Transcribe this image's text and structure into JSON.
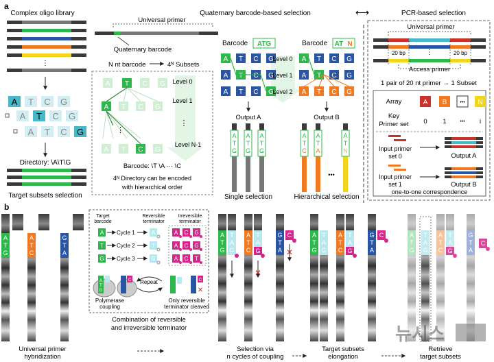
{
  "panel_a": {
    "label": "a",
    "left": {
      "title": "Complex oligo library",
      "seq": [
        "A",
        "T",
        "C",
        "G"
      ],
      "directory": "Directory: \\A\\T\\G",
      "caption": "Target subsets selection"
    },
    "middle": {
      "title": "Quaternary barcode-based selection",
      "universal_primer": "Universal primer",
      "quaternary_barcode": "Quaternary barcode",
      "nnt_barcode": "N nt barcode",
      "subsets": "4ᴺ Subsets",
      "tree_letters": [
        "A",
        "T",
        "C",
        "G"
      ],
      "levels": [
        "Level 0",
        "Level 1",
        "⋮",
        "Level N-1"
      ],
      "barcode_example": "Barcode: \\T \\A ··· \\C",
      "note_line1": "4ᴺ Directory can be encoded",
      "note_line2": "with hierarchical order",
      "barcode_label": "Barcode",
      "barcode_a": "ATG",
      "barcode_b": "ATN",
      "mlevels": [
        "Level 0",
        "Level 1",
        "Level 2"
      ],
      "output_a": "Output A",
      "output_b": "Output B",
      "single": "Single selection",
      "hier": "Hierarchical selection",
      "ellipsis": "•••",
      "bar_a": [
        "A",
        "T",
        "G"
      ],
      "bar_b": [
        "A",
        "T",
        "C"
      ]
    },
    "right": {
      "title": "PCR-based selection",
      "universal_primer": "Universal primer",
      "bp_left": "20 bp",
      "bp_right": "20 bp",
      "access_primer": "Access primer",
      "ratio": "1 pair of 20 nt primer → 1 Subset",
      "array_label": "Array",
      "array_items": [
        "A",
        "B",
        "•••",
        "N"
      ],
      "key_label": "Key",
      "primer_set_label": "Primer set",
      "key_values": [
        "0",
        "1",
        "•••",
        "i"
      ],
      "input_set0_l1": "Input primer",
      "input_set0_l2": "set 0",
      "input_set1_l1": "Input primer",
      "input_set1_l2": "set 1",
      "output_a": "Output A",
      "output_b": "Output B",
      "correspondence": "one-to-one correspondence"
    },
    "arrow": "⟷"
  },
  "panel_b": {
    "label": "b",
    "col1": [
      "A",
      "T",
      "G"
    ],
    "col2": [
      "A",
      "T",
      "C"
    ],
    "col3": [
      "G",
      "T",
      "A"
    ],
    "hybridization_l1": "Universal primer",
    "hybridization_l2": "hybridization",
    "inset": {
      "target_barcode_l1": "Target",
      "target_barcode_l2": "barcode",
      "reversible_l1": "Reversible",
      "reversible_l2": "terminator",
      "irreversible_l1": "Irreversible",
      "irreversible_l2": "terminator",
      "cycles": [
        "Cycle 1",
        "Cycle 2",
        "Cycle 3"
      ],
      "cycle_letters": [
        "A",
        "T",
        "G"
      ],
      "grid": [
        "A",
        "C",
        "G",
        "A",
        "C",
        "G",
        "A",
        "C",
        "T"
      ],
      "repeat": "Repeat",
      "poly_l1": "Polymerase",
      "poly_l2": "coupling",
      "only_l1": "Only reversible",
      "only_l2": "terminator cleaved",
      "caption_l1": "Combination of reversible",
      "caption_l2": "and irreversible terminator"
    },
    "selection_l1": "Selection via",
    "selection_l2": "n cycles of coupling",
    "elongation_l1": "Target subsets",
    "elongation_l2": "elongation",
    "retrieve_l1": "Retrieve",
    "retrieve_l2": "target subsets",
    "added": [
      "T",
      "A",
      "G"
    ],
    "added2": [
      "T",
      "A",
      "C"
    ],
    "stop_letter": "C",
    "watermark": "뉴시스"
  },
  "colors": {
    "green": "#2db84b",
    "orange": "#f07a22",
    "blue": "#2a55a5",
    "teal": "#46b8c8",
    "magenta": "#d6268c",
    "red": "#c8322a",
    "yellow": "#f2d61c",
    "dark": "#3a3a3a"
  }
}
